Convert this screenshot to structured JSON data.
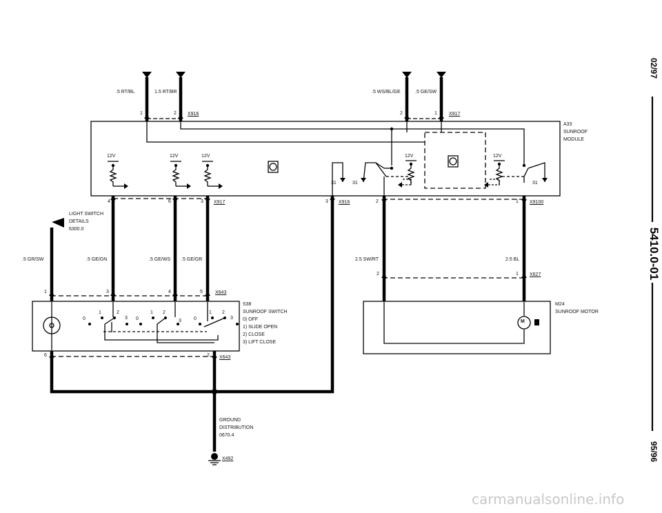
{
  "page": {
    "date_code": "02/97",
    "doc_number": "5410.0-01",
    "page_code": "95/96",
    "watermark": "carmanualsonline.info"
  },
  "wires_top_left": [
    ".5 RT/BL",
    "1.5 RT/BR"
  ],
  "wires_top_right": [
    ".5 WS/BL/GE",
    ".5 GE/SW"
  ],
  "connectors": {
    "x916_top": {
      "label": "X916",
      "pins": [
        "1",
        "2"
      ]
    },
    "x917_top": {
      "label": "X917",
      "pins": [
        "2",
        "1"
      ]
    },
    "x917_bottom": {
      "label": "X917",
      "pins": [
        "4",
        "6",
        "3"
      ]
    },
    "x916_bottom": {
      "label": "X916",
      "pins": [
        "3"
      ]
    },
    "x9100": {
      "label": "X9100",
      "pins": [
        "2",
        "1"
      ]
    },
    "x627": {
      "label": "X627",
      "pins": [
        "2",
        "1"
      ]
    },
    "x643_top": {
      "label": "X643",
      "pins": [
        "1",
        "3",
        "4",
        "5"
      ]
    },
    "x643_bottom": {
      "label": "X643",
      "pins": [
        "6",
        "2"
      ]
    },
    "x492": {
      "label": "X492"
    }
  },
  "module": {
    "id": "A33",
    "name_lines": [
      "SUNROOF",
      "MODULE"
    ],
    "voltage_label": "12V",
    "ground_label": "31"
  },
  "light_switch_ref": [
    "LIGHT SWITCH",
    "DETAILS",
    "6300.0"
  ],
  "wires_mid": [
    ".5 GR/SW",
    ".5 GE/GN",
    ".5 GE/WS",
    ".5 GE/GR",
    "2.5 SW/RT",
    "2.5 BL"
  ],
  "switch": {
    "id": "S38",
    "name": "SUNROOF SWITCH",
    "positions": [
      "0) OFF",
      "1) SLIDE OPEN",
      "2) CLOSE",
      "3) LIFT CLOSE"
    ],
    "contact_numbers": [
      "0",
      "1",
      "2",
      "3"
    ]
  },
  "motor": {
    "id": "M24",
    "name": "SUNROOF MOTOR",
    "symbol": "M"
  },
  "ground_dist": [
    "GROUND",
    "DISTRIBUTION",
    "0670.4"
  ]
}
